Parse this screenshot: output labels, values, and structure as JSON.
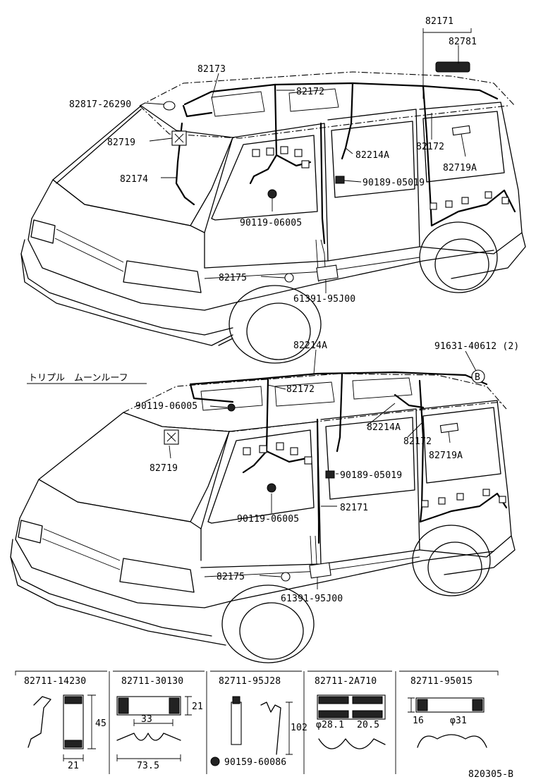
{
  "top_view": {
    "labels": {
      "p82171": "82171",
      "p82781": "82781",
      "p82173": "82173",
      "p82172_a": "82172",
      "p82817": "82817-26290",
      "p82719": "82719",
      "p82214A": "82214A",
      "p82172_b": "82172",
      "p82719A": "82719A",
      "p82174": "82174",
      "p90189": "90189-05019",
      "p90119": "90119-06005",
      "p82175": "82175",
      "p61391": "61391-95J00"
    }
  },
  "bottom_view": {
    "title": "トリプル　ムーンルーフ",
    "circle_mark": "B",
    "labels": {
      "p82214A_a": "82214A",
      "p91631": "91631-40612 (2)",
      "p82172_a": "82172",
      "p90119_a": "90119-06005",
      "p82214A_b": "82214A",
      "p82172_b": "82172",
      "p82719": "82719",
      "p82719A": "82719A",
      "p90189": "90189-05019",
      "p82171": "82171",
      "p90119_b": "90119-06005",
      "p82175": "82175",
      "p61391": "61391-95J00"
    }
  },
  "clamps": [
    {
      "part": "82711-14230",
      "dims": [
        "45",
        "21"
      ]
    },
    {
      "part": "82711-30130",
      "dims": [
        "21",
        "33",
        "73.5"
      ]
    },
    {
      "part": "82711-95J28",
      "dims": [
        "102"
      ],
      "extra": "90159-60086"
    },
    {
      "part": "82711-2A710",
      "dims": [
        "φ28.1",
        "20.5"
      ]
    },
    {
      "part": "82711-95015",
      "dims": [
        "16",
        "φ31"
      ]
    }
  ],
  "figure_code": "820305-B"
}
